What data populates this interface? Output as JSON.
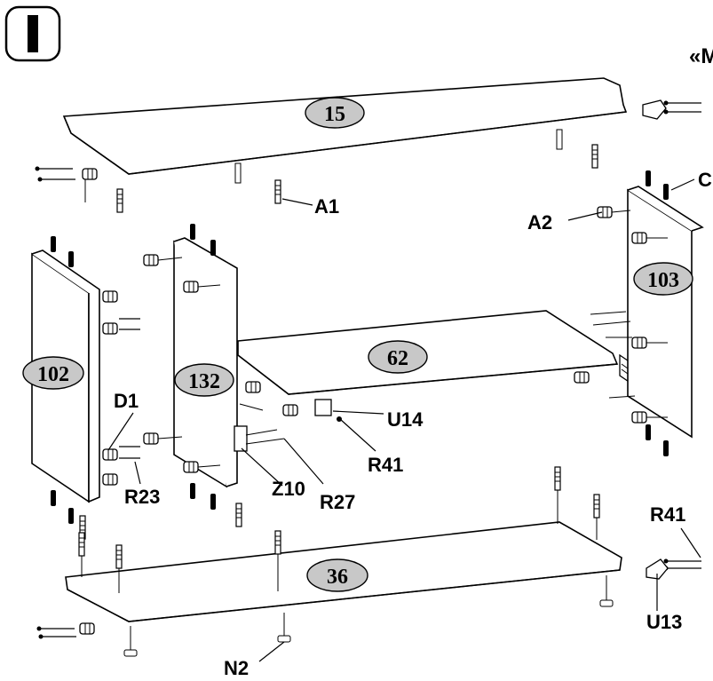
{
  "step": {
    "label": "I"
  },
  "header": {
    "partial_text": "«M"
  },
  "panels": [
    {
      "id": "15"
    },
    {
      "id": "102"
    },
    {
      "id": "132"
    },
    {
      "id": "62"
    },
    {
      "id": "103"
    },
    {
      "id": "36"
    }
  ],
  "callouts": [
    {
      "text": "A1"
    },
    {
      "text": "A2"
    },
    {
      "text": "C"
    },
    {
      "text": "D1"
    },
    {
      "text": "R23"
    },
    {
      "text": "Z10"
    },
    {
      "text": "R27"
    },
    {
      "text": "U14"
    },
    {
      "text": "R41"
    },
    {
      "text": "R41"
    },
    {
      "text": "U13"
    },
    {
      "text": "N2"
    }
  ],
  "colors": {
    "panel_fill": "#ffffff",
    "badge_fill": "#c8c8c8",
    "stroke": "#000000",
    "shadow": "#d9d9d9"
  }
}
